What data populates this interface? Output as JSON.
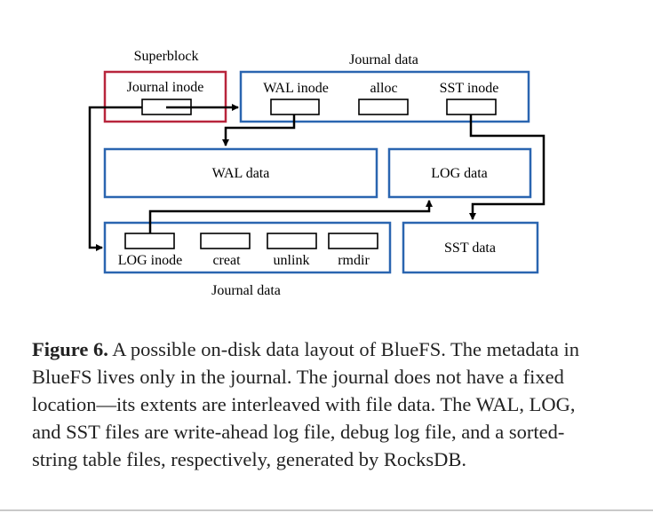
{
  "figure": {
    "superblock_label": "Superblock",
    "journal_data_top": "Journal data",
    "journal_inode": "Journal  inode",
    "wal_inode": "WAL  inode",
    "alloc": "alloc",
    "sst_inode": "SST inode",
    "wal_data": "WAL  data",
    "log_data": "LOG data",
    "log_inode": "LOG  inode",
    "creat": "creat",
    "unlink": "unlink",
    "rmdir": "rmdir",
    "sst_data": "SST data",
    "journal_data_bottom": "Journal data"
  },
  "colors": {
    "journal_blue": "#2a65b0",
    "superblock_red": "#b8253c"
  },
  "caption": {
    "label": "Figure 6.",
    "text": "A possible on-disk data layout of BlueFS. The metadata in BlueFS lives only in the journal. The journal does not have a fixed location—its extents are interleaved with file data. The WAL, LOG, and SST files are write-ahead log file, debug log file, and a sorted-string table files, respectively, generated by RocksDB."
  }
}
